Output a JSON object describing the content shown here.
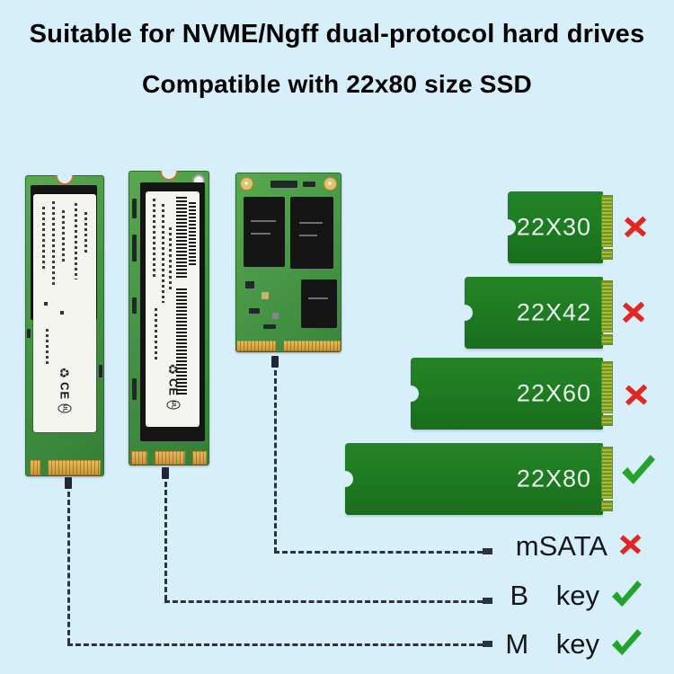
{
  "title": {
    "line1": "Suitable for NVME/Ngff dual-protocol hard drives",
    "line2": "Compatible with 22x80 size SSD"
  },
  "drives": {
    "m2_m_key": {
      "ce_mark": "CE",
      "ul_mark": "UL"
    },
    "m2_b_m_key": {
      "ce_mark": "CE",
      "ul_mark": "UL"
    }
  },
  "size_bars": [
    {
      "label": "22X30",
      "mark": "cross"
    },
    {
      "label": "22X42",
      "mark": "cross"
    },
    {
      "label": "22X60",
      "mark": "cross"
    },
    {
      "label": "22X80",
      "mark": "check"
    }
  ],
  "key_rows": [
    {
      "label": "mSATA",
      "mark": "cross"
    },
    {
      "label": "B key",
      "mark": "check"
    },
    {
      "label": "M key",
      "mark": "check"
    }
  ],
  "colors": {
    "background": "#d7eefb",
    "bar_green": "#1d7a21",
    "connector_green": "#a2bf35",
    "pcb_green": "#459344",
    "gold": "#d9a843",
    "cross_red": "#e42620",
    "check_green": "#22a32a",
    "dash_line": "#2b3242",
    "title_text": "#000000"
  }
}
